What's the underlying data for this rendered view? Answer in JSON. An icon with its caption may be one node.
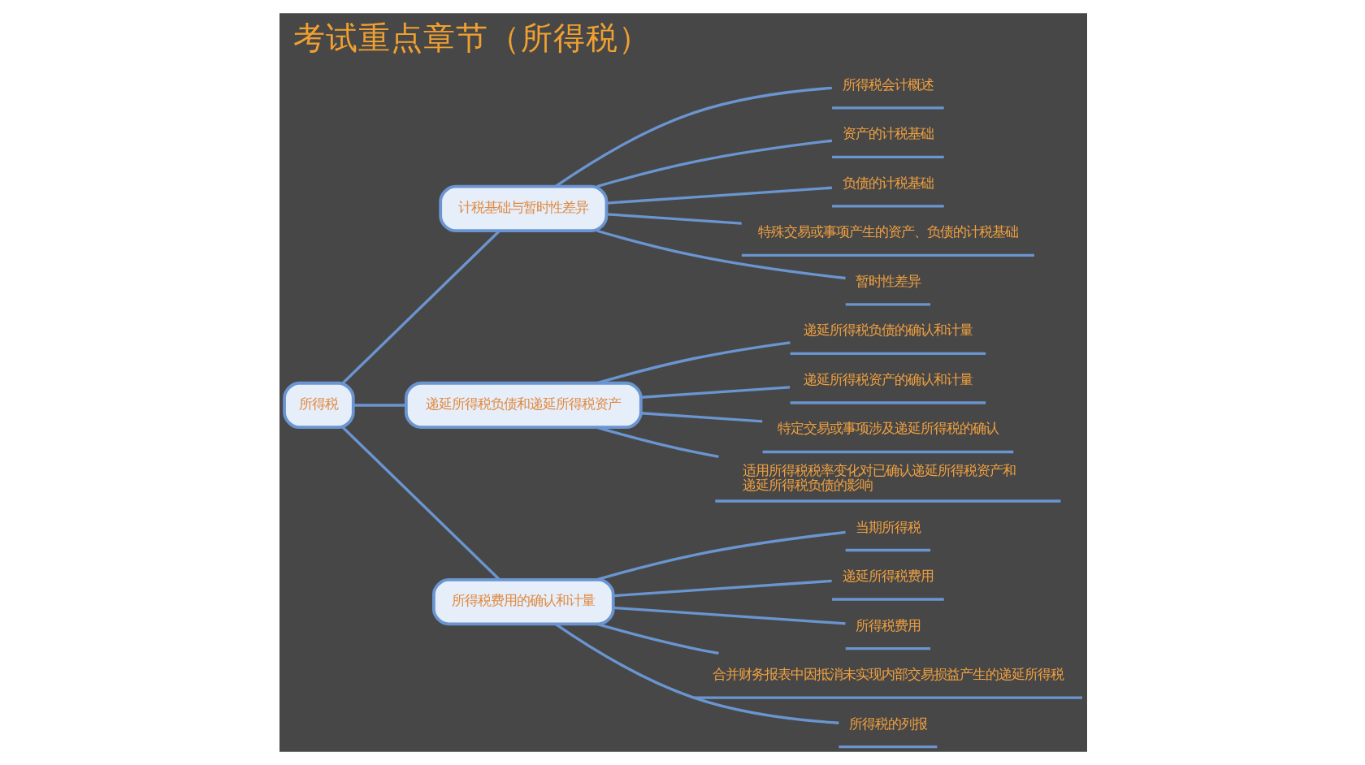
{
  "diagram": {
    "title": "考试重点章节（所得税）",
    "nodes": [
      {
        "text": [
          "所得税"
        ]
      },
      {
        "text": [
          "计税基础与暂时性差异"
        ]
      },
      {
        "text": [
          "所得税会计概述"
        ]
      },
      {
        "text": [
          "资产的计税基础"
        ]
      },
      {
        "text": [
          "负债的计税基础"
        ]
      },
      {
        "text": [
          "特殊交易或事项产生的资产、负债的计税基础"
        ]
      },
      {
        "text": [
          "暂时性差异"
        ]
      },
      {
        "text": [
          "递延所得税负债和递延所得税资产"
        ]
      },
      {
        "text": [
          "递延所得税负债的确认和计量"
        ]
      },
      {
        "text": [
          "递延所得税资产的确认和计量"
        ]
      },
      {
        "text": [
          "特定交易或事项涉及递延所得税的确认"
        ]
      },
      {
        "text": [
          "适用所得税税率变化对已确认递延所得税资产和递延所得税负债的影响"
        ]
      },
      {
        "text": [
          "所得税费用的确认和计量"
        ]
      },
      {
        "text": [
          "当期所得税"
        ]
      },
      {
        "text": [
          "递延所得税费用"
        ]
      },
      {
        "text": [
          "所得税费用"
        ]
      },
      {
        "text": [
          "合并财务报表中因抵消未实现内部交易损益产生的递延所得税"
        ]
      },
      {
        "text": [
          "所得税的列报"
        ]
      }
    ],
    "edges": [
      {
        "from": 0,
        "to": 1,
        "arrow": "none"
      },
      {
        "from": 1,
        "to": 2,
        "arrow": "none"
      },
      {
        "from": 1,
        "to": 3,
        "arrow": "none"
      },
      {
        "from": 1,
        "to": 4,
        "arrow": "none"
      },
      {
        "from": 1,
        "to": 5,
        "arrow": "none"
      },
      {
        "from": 1,
        "to": 6,
        "arrow": "none"
      },
      {
        "from": 0,
        "to": 7,
        "arrow": "none"
      },
      {
        "from": 7,
        "to": 8,
        "arrow": "none"
      },
      {
        "from": 7,
        "to": 9,
        "arrow": "none"
      },
      {
        "from": 7,
        "to": 10,
        "arrow": "none"
      },
      {
        "from": 7,
        "to": 11,
        "arrow": "none"
      },
      {
        "from": 0,
        "to": 12,
        "arrow": "none"
      },
      {
        "from": 12,
        "to": 13,
        "arrow": "none"
      },
      {
        "from": 12,
        "to": 14,
        "arrow": "none"
      },
      {
        "from": 12,
        "to": 15,
        "arrow": "none"
      },
      {
        "from": 12,
        "to": 16,
        "arrow": "none"
      },
      {
        "from": 12,
        "to": 17,
        "arrow": "none"
      }
    ]
  }
}
